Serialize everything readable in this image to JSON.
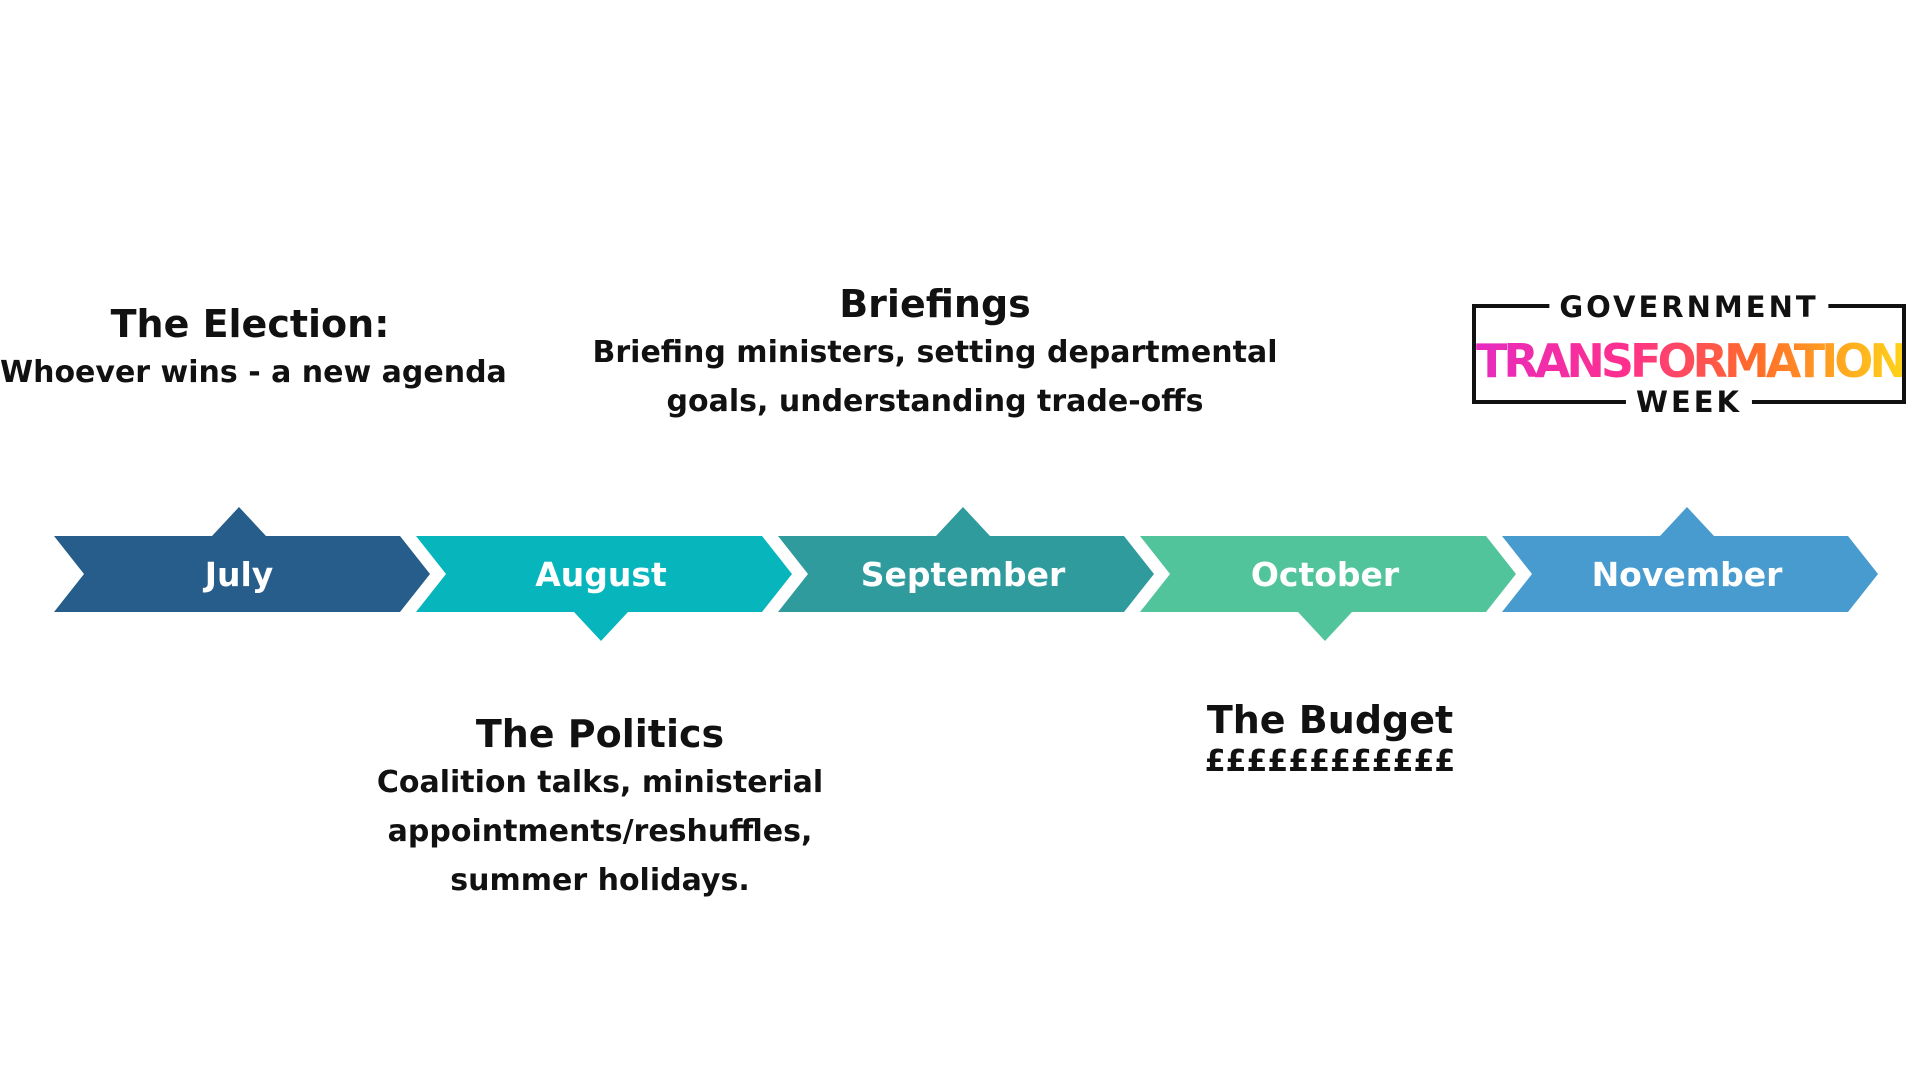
{
  "months": [
    {
      "label": "July",
      "color": "#265d8b",
      "notch": "up"
    },
    {
      "label": "August",
      "color": "#07b5bd",
      "notch": "down"
    },
    {
      "label": "September",
      "color": "#2f9b9d",
      "notch": "up"
    },
    {
      "label": "October",
      "color": "#52c49b",
      "notch": "down"
    },
    {
      "label": "November",
      "color": "#479bce",
      "notch": "up"
    }
  ],
  "annotations": {
    "election": {
      "title": "The Election:",
      "lines": [
        "Whoever wins - a new agenda"
      ]
    },
    "briefings": {
      "title": "Briefings",
      "lines": [
        "Briefing ministers, setting departmental",
        "goals, understanding trade-offs"
      ]
    },
    "politics": {
      "title": "The Politics",
      "lines": [
        "Coalition talks, ministerial",
        "appointments/reshuffles,",
        "summer holidays."
      ]
    },
    "budget": {
      "title": "The Budget",
      "lines": [
        "££££££££££££"
      ]
    }
  },
  "logo": {
    "top": "GOVERNMENT",
    "middle": "TRANSFORMATION",
    "bottom": "WEEK"
  }
}
